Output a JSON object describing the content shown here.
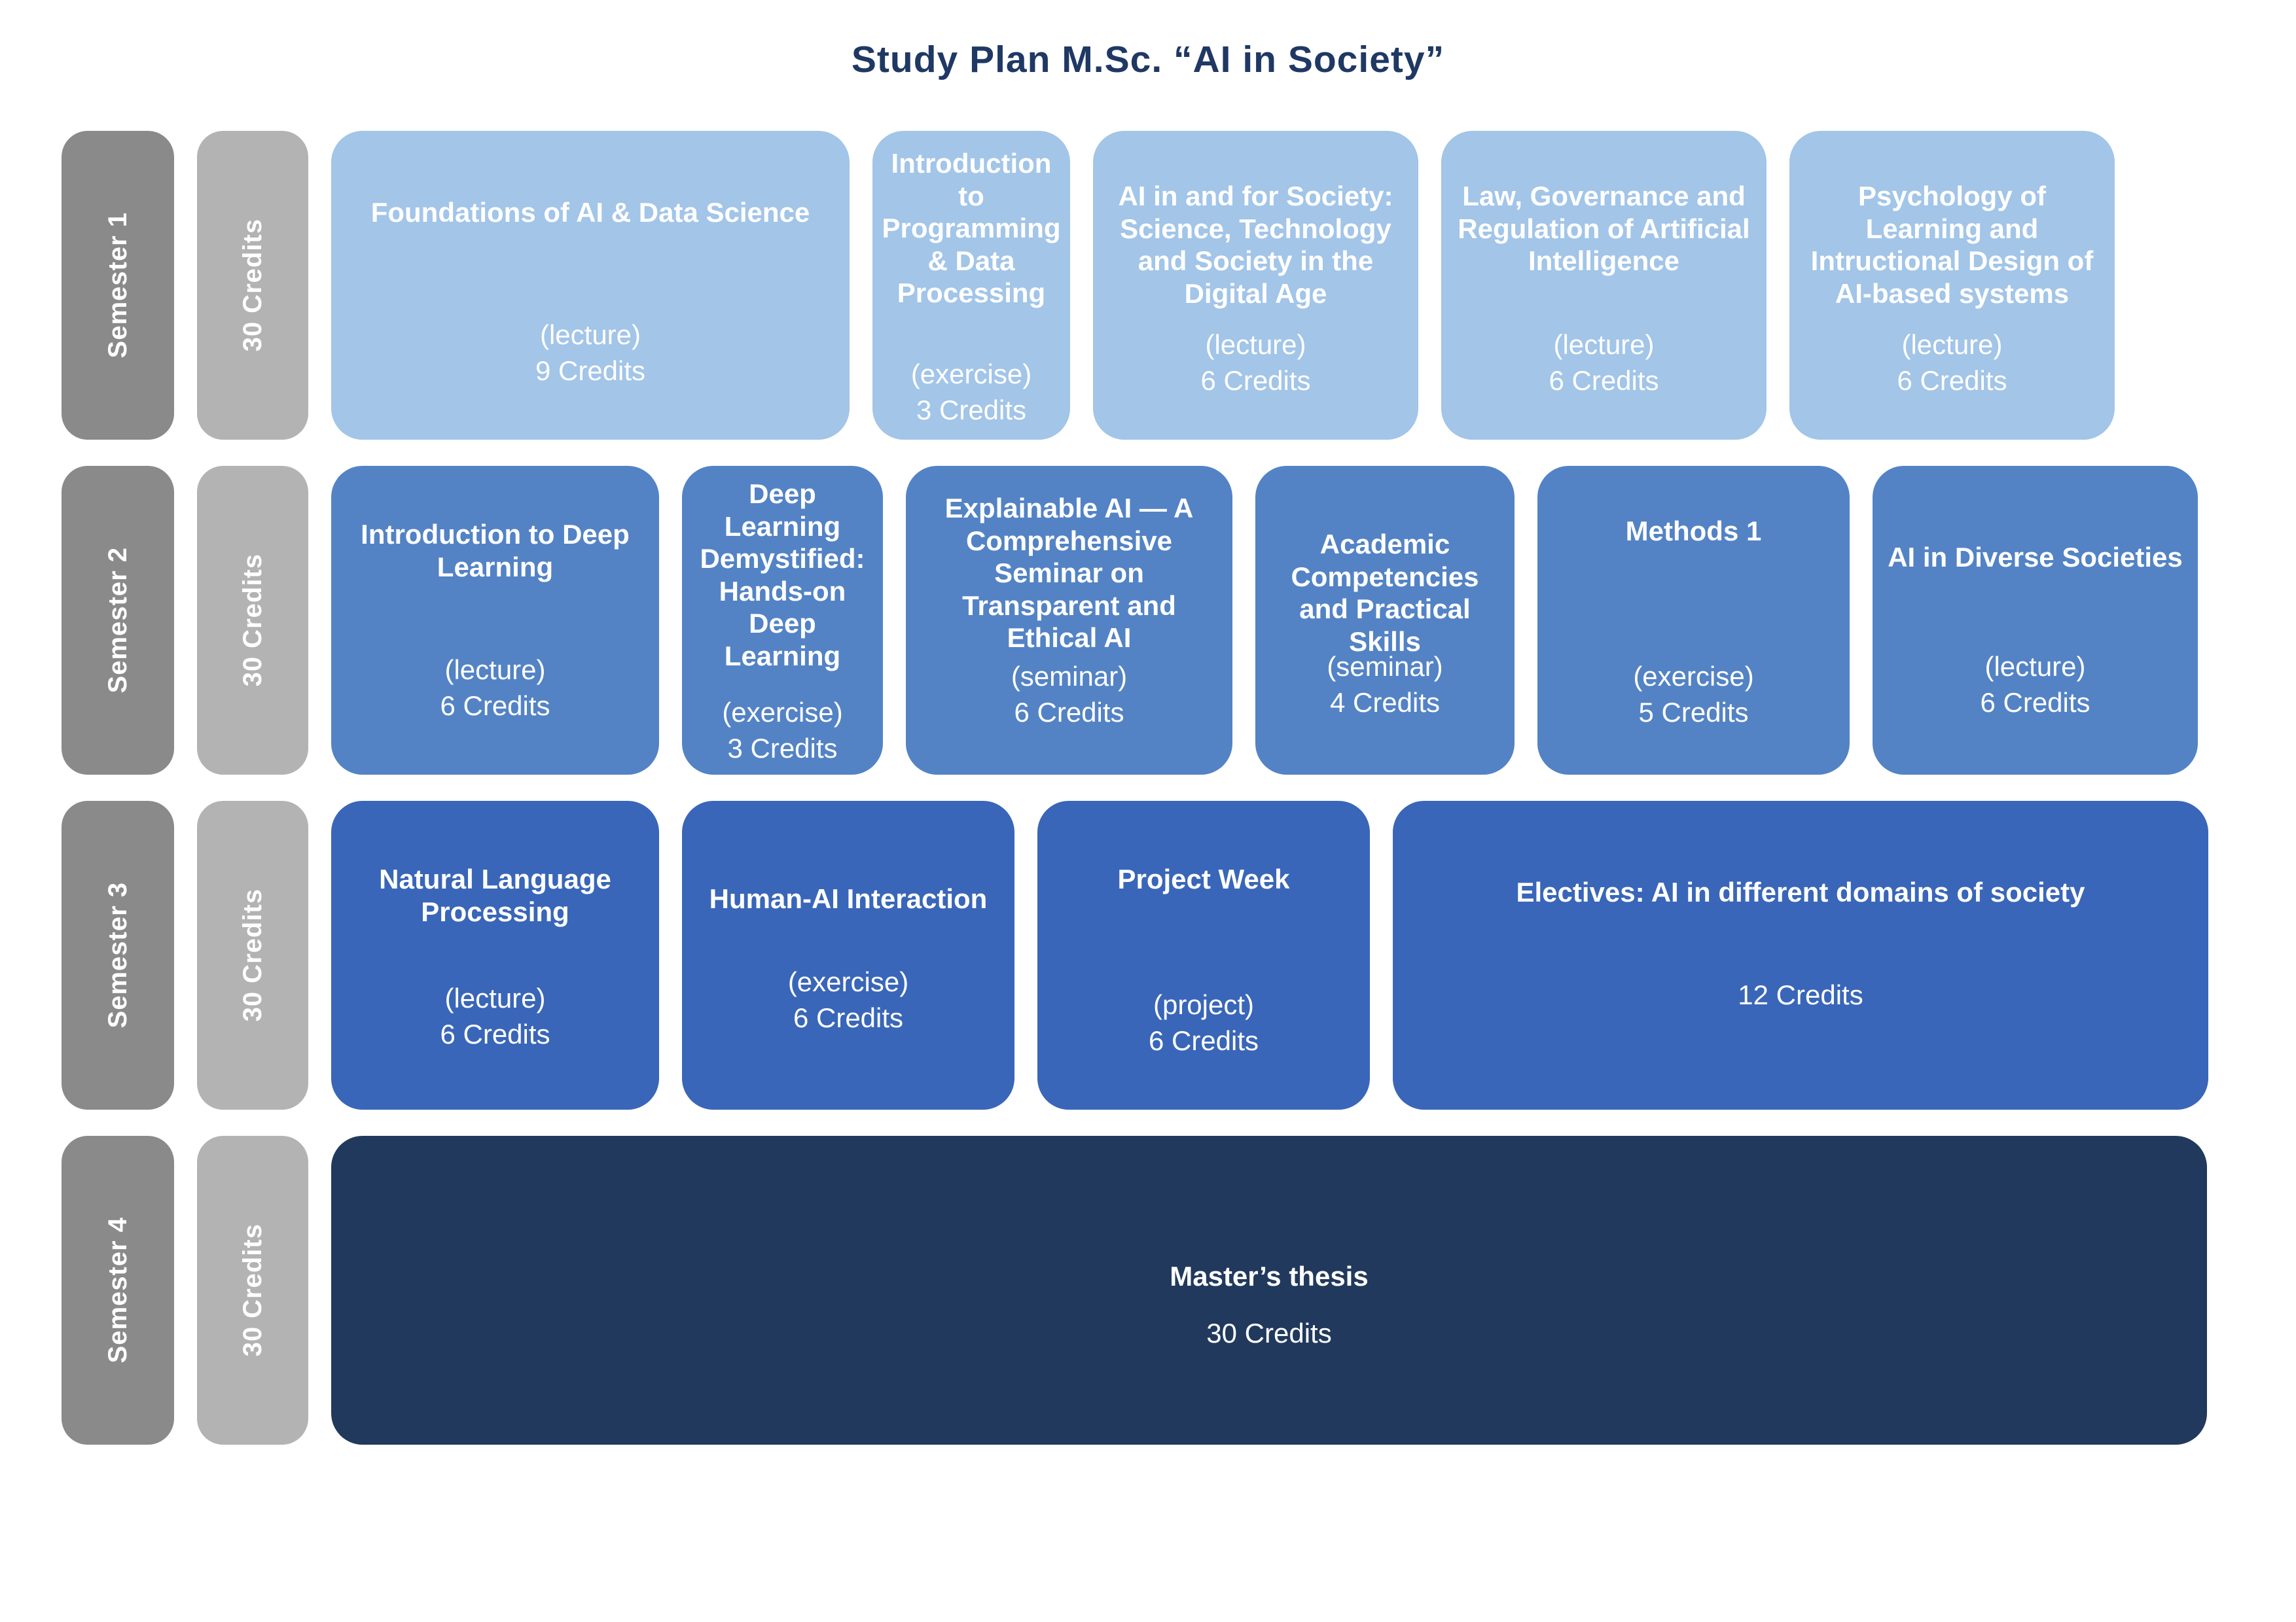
{
  "title": "Study Plan M.Sc. “AI in Society”",
  "colors": {
    "row1": "#A2C5E8",
    "row2": "#5383C5",
    "row3": "#3966B8",
    "row4": "#21395C",
    "tag_dark": "#8A8A8A",
    "tag_light": "#B3B3B3",
    "heading": "#1F3864"
  },
  "rows": [
    {
      "semester": "Semester 1",
      "credits": "30 Credits",
      "courses": [
        {
          "title": "Foundations of AI & Data Science",
          "type": "(lecture)",
          "credits": "9 Credits"
        },
        {
          "title": "Introduction to Programming & Data Processing",
          "type": "(exercise)",
          "credits": "3 Credits"
        },
        {
          "title": "AI in and for Society: Science, Technology and Society in the Digital Age",
          "type": "(lecture)",
          "credits": "6 Credits"
        },
        {
          "title": "Law, Governance and Regulation of Artificial Intelligence",
          "type": "(lecture)",
          "credits": "6 Credits"
        },
        {
          "title": "Psychology of Learning and Intructional Design of AI-based systems",
          "type": "(lecture)",
          "credits": "6 Credits"
        }
      ]
    },
    {
      "semester": "Semester 2",
      "credits": "30 Credits",
      "courses": [
        {
          "title": "Introduction to Deep Learning",
          "type": "(lecture)",
          "credits": "6 Credits"
        },
        {
          "title": "Deep Learning Demystified: Hands-on Deep Learning",
          "type": "(exercise)",
          "credits": "3 Credits"
        },
        {
          "title": "Explainable AI — A Comprehensive Seminar on Transparent and Ethical AI",
          "type": "(seminar)",
          "credits": "6 Credits"
        },
        {
          "title": "Academic Competencies and Practical Skills",
          "type": "(seminar)",
          "credits": "4 Credits"
        },
        {
          "title": "Methods 1",
          "type": "(exercise)",
          "credits": "5 Credits"
        },
        {
          "title": "AI in Diverse Societies",
          "type": "(lecture)",
          "credits": "6 Credits"
        }
      ]
    },
    {
      "semester": "Semester 3",
      "credits": "30 Credits",
      "courses": [
        {
          "title": "Natural Language Processing",
          "type": "(lecture)",
          "credits": "6 Credits"
        },
        {
          "title": "Human-AI Interaction",
          "type": "(exercise)",
          "credits": "6 Credits"
        },
        {
          "title": "Project Week",
          "type": "(project)",
          "credits": "6 Credits"
        },
        {
          "title": "Electives: AI in different domains of society",
          "type": "",
          "credits": "12 Credits"
        }
      ]
    },
    {
      "semester": "Semester 4",
      "credits": "30 Credits",
      "courses": [
        {
          "title": "Master’s thesis",
          "type": "",
          "credits": "30 Credits"
        }
      ]
    }
  ]
}
